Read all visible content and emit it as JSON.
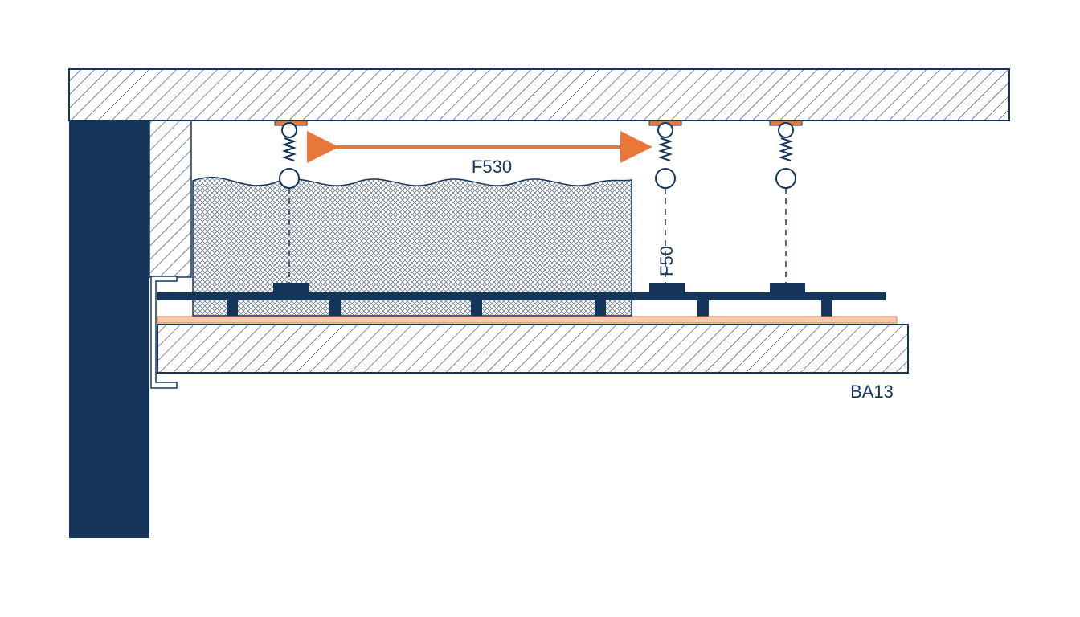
{
  "colors": {
    "navy": "#15365a",
    "orange": "#e8783a",
    "hatch": "#3a4a5c",
    "insulation": "#6e7c8a",
    "background": "#ffffff"
  },
  "labels": {
    "span": "F530",
    "hanger_gap": "F50",
    "board": "BA13"
  },
  "components": {
    "slab": "concrete-slab",
    "wall": "load-bearing-wall",
    "insulation": "mineral-wool-insulation",
    "hangers": "threaded-rod-hangers",
    "rail": "metal-furring-channel",
    "board": "plasterboard",
    "dimension_arrow": "span-dimension-arrow"
  }
}
